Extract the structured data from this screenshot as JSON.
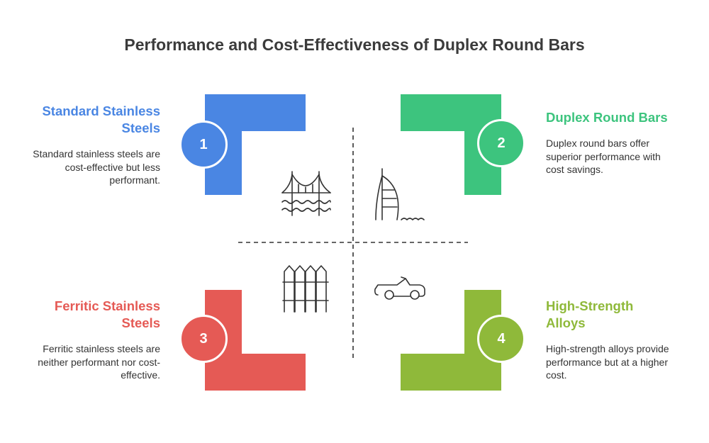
{
  "title": "Performance and Cost-Effectiveness of Duplex Round Bars",
  "colors": {
    "standard": "#4a86e3",
    "duplex": "#3dc47e",
    "ferritic": "#e55a55",
    "high_strength": "#8fb93a",
    "text": "#333333",
    "line": "#333333"
  },
  "quadrants": [
    {
      "number": "1",
      "heading": "Standard Stainless Steels",
      "description": "Standard stainless steels are cost-effective but less performant.",
      "icon": "bridge-icon"
    },
    {
      "number": "2",
      "heading": "Duplex Round Bars",
      "description": "Duplex round bars offer superior performance with cost savings.",
      "icon": "sail-hotel-icon"
    },
    {
      "number": "3",
      "heading": "Ferritic Stainless Steels",
      "description": "Ferritic stainless steels are neither performant nor cost-effective.",
      "icon": "fence-icon"
    },
    {
      "number": "4",
      "heading": "High-Strength Alloys",
      "description": "High-strength alloys provide performance but at a higher cost.",
      "icon": "convertible-car-icon"
    }
  ]
}
